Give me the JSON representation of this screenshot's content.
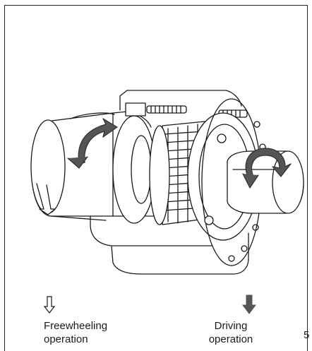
{
  "legend": {
    "freewheeling_line1": "Freewheeling",
    "freewheeling_line2": "operation",
    "driving_line1": "Driving",
    "driving_line2": "operation"
  },
  "page_number": "5",
  "icons": {
    "freewheeling": "hollow-down-arrow-icon",
    "driving": "solid-down-arrow-icon"
  },
  "colors": {
    "line": "#1a1a1a",
    "arrow_fill": "#555555",
    "shade": "#e6e6e6"
  }
}
